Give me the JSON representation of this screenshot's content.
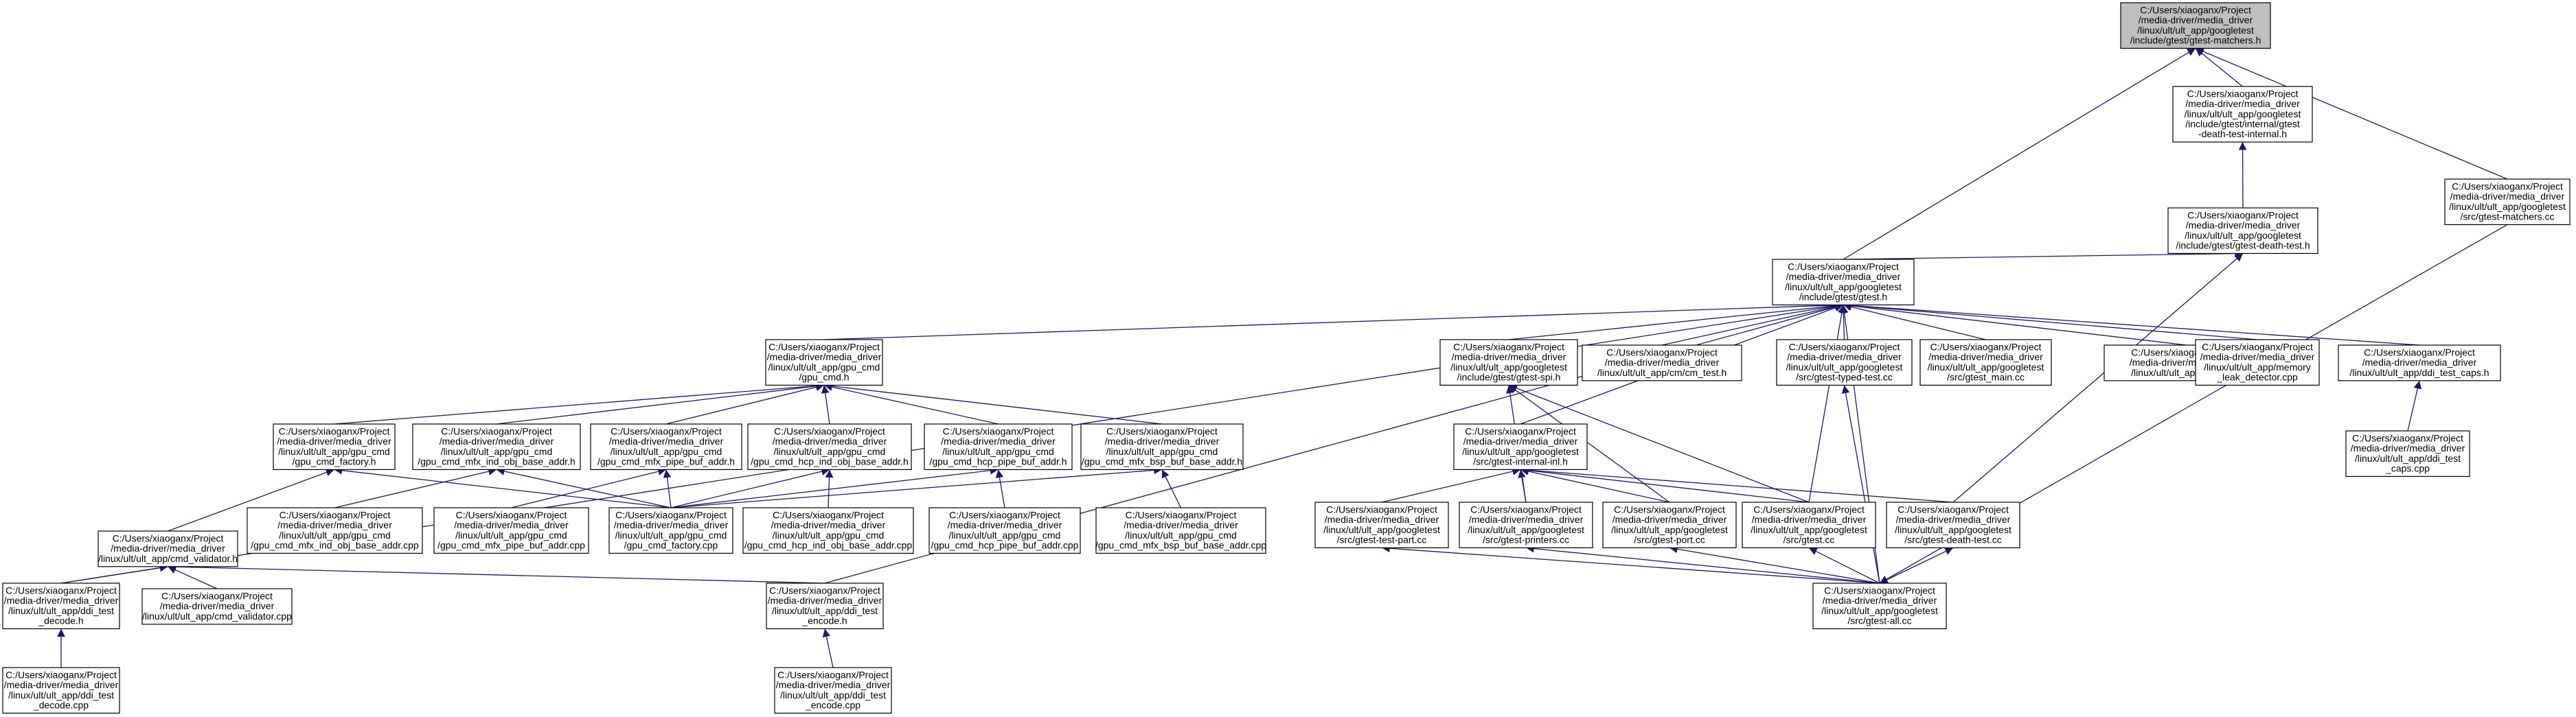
{
  "colors": {
    "edge": "#191970",
    "node_border": "#000000",
    "node_fill": "#ffffff",
    "root_fill": "#bfbfbf"
  },
  "nodes": [
    {
      "id": "root",
      "root": true,
      "lines": [
        "C:/Users/xiaoganx/Project",
        "/media-driver/media_driver",
        "/linux/ult/ult_app/googletest",
        "/include/gtest/gtest-matchers.h"
      ]
    },
    {
      "id": "internal",
      "lines": [
        "C:/Users/xiaoganx/Project",
        "/media-driver/media_driver",
        "/linux/ult/ult_app/googletest",
        "/include/gtest/internal/gtest",
        "-death-test-internal.h"
      ]
    },
    {
      "id": "matcherscc",
      "lines": [
        "C:/Users/xiaoganx/Project",
        "/media-driver/media_driver",
        "/linux/ult/ult_app/googletest",
        "/src/gtest-matchers.cc"
      ]
    },
    {
      "id": "deathtest_h",
      "lines": [
        "C:/Users/xiaoganx/Project",
        "/media-driver/media_driver",
        "/linux/ult/ult_app/googletest",
        "/include/gtest/gtest-death-test.h"
      ]
    },
    {
      "id": "gtest_h",
      "lines": [
        "C:/Users/xiaoganx/Project",
        "/media-driver/media_driver",
        "/linux/ult/ult_app/googletest",
        "/include/gtest/gtest.h"
      ]
    },
    {
      "id": "gpu_cmd_h",
      "lines": [
        "C:/Users/xiaoganx/Project",
        "/media-driver/media_driver",
        "/linux/ult/ult_app/gpu_cmd",
        "/gpu_cmd.h"
      ]
    },
    {
      "id": "spi",
      "lines": [
        "C:/Users/xiaoganx/Project",
        "/media-driver/media_driver",
        "/linux/ult/ult_app/googletest",
        "/include/gtest/gtest-spi.h"
      ]
    },
    {
      "id": "cm_test",
      "lines": [
        "C:/Users/xiaoganx/Project",
        "/media-driver/media_driver",
        "/linux/ult/ult_app/cm/cm_test.h"
      ]
    },
    {
      "id": "typed",
      "lines": [
        "C:/Users/xiaoganx/Project",
        "/media-driver/media_driver",
        "/linux/ult/ult_app/googletest",
        "/src/gtest-typed-test.cc"
      ]
    },
    {
      "id": "gtest_main",
      "lines": [
        "C:/Users/xiaoganx/Project",
        "/media-driver/media_driver",
        "/linux/ult/ult_app/googletest",
        "/src/gtest_main.cc"
      ]
    },
    {
      "id": "main_cpp",
      "lines": [
        "C:/Users/xiaoganx/Project",
        "/media-driver/media_driver",
        "/linux/ult/ult_app/main.cpp"
      ]
    },
    {
      "id": "memleak",
      "lines": [
        "C:/Users/xiaoganx/Project",
        "/media-driver/media_driver",
        "/linux/ult/ult_app/memory",
        "_leak_detector.cpp"
      ]
    },
    {
      "id": "caps_h",
      "lines": [
        "C:/Users/xiaoganx/Project",
        "/media-driver/media_driver",
        "/linux/ult/ult_app/ddi_test_caps.h"
      ]
    },
    {
      "id": "caps_cpp",
      "lines": [
        "C:/Users/xiaoganx/Project",
        "/media-driver/media_driver",
        "/linux/ult/ult_app/ddi_test",
        "_caps.cpp"
      ]
    },
    {
      "id": "factory_h",
      "lines": [
        "C:/Users/xiaoganx/Project",
        "/media-driver/media_driver",
        "/linux/ult/ult_app/gpu_cmd",
        "/gpu_cmd_factory.h"
      ]
    },
    {
      "id": "mfx_ind_h",
      "lines": [
        "C:/Users/xiaoganx/Project",
        "/media-driver/media_driver",
        "/linux/ult/ult_app/gpu_cmd",
        "/gpu_cmd_mfx_ind_obj_base_addr.h"
      ]
    },
    {
      "id": "mfx_pipe_h",
      "lines": [
        "C:/Users/xiaoganx/Project",
        "/media-driver/media_driver",
        "/linux/ult/ult_app/gpu_cmd",
        "/gpu_cmd_mfx_pipe_buf_addr.h"
      ]
    },
    {
      "id": "hcp_ind_h",
      "lines": [
        "C:/Users/xiaoganx/Project",
        "/media-driver/media_driver",
        "/linux/ult/ult_app/gpu_cmd",
        "/gpu_cmd_hcp_ind_obj_base_addr.h"
      ]
    },
    {
      "id": "hcp_pipe_h",
      "lines": [
        "C:/Users/xiaoganx/Project",
        "/media-driver/media_driver",
        "/linux/ult/ult_app/gpu_cmd",
        "/gpu_cmd_hcp_pipe_buf_addr.h"
      ]
    },
    {
      "id": "bsp_h",
      "lines": [
        "C:/Users/xiaoganx/Project",
        "/media-driver/media_driver",
        "/linux/ult/ult_app/gpu_cmd",
        "/gpu_cmd_mfx_bsp_buf_base_addr.h"
      ]
    },
    {
      "id": "internal_inl",
      "lines": [
        "C:/Users/xiaoganx/Project",
        "/media-driver/media_driver",
        "/linux/ult/ult_app/googletest",
        "/src/gtest-internal-inl.h"
      ]
    },
    {
      "id": "validator_h",
      "lines": [
        "C:/Users/xiaoganx/Project",
        "/media-driver/media_driver",
        "/linux/ult/ult_app/cmd_validator.h"
      ]
    },
    {
      "id": "mfx_ind_cpp",
      "lines": [
        "C:/Users/xiaoganx/Project",
        "/media-driver/media_driver",
        "/linux/ult/ult_app/gpu_cmd",
        "/gpu_cmd_mfx_ind_obj_base_addr.cpp"
      ]
    },
    {
      "id": "mfx_pipe_cpp",
      "lines": [
        "C:/Users/xiaoganx/Project",
        "/media-driver/media_driver",
        "/linux/ult/ult_app/gpu_cmd",
        "/gpu_cmd_mfx_pipe_buf_addr.cpp"
      ]
    },
    {
      "id": "factory_cpp",
      "lines": [
        "C:/Users/xiaoganx/Project",
        "/media-driver/media_driver",
        "/linux/ult/ult_app/gpu_cmd",
        "/gpu_cmd_factory.cpp"
      ]
    },
    {
      "id": "hcp_ind_cpp",
      "lines": [
        "C:/Users/xiaoganx/Project",
        "/media-driver/media_driver",
        "/linux/ult/ult_app/gpu_cmd",
        "/gpu_cmd_hcp_ind_obj_base_addr.cpp"
      ]
    },
    {
      "id": "hcp_pipe_cpp",
      "lines": [
        "C:/Users/xiaoganx/Project",
        "/media-driver/media_driver",
        "/linux/ult/ult_app/gpu_cmd",
        "/gpu_cmd_hcp_pipe_buf_addr.cpp"
      ]
    },
    {
      "id": "bsp_cpp",
      "lines": [
        "C:/Users/xiaoganx/Project",
        "/media-driver/media_driver",
        "/linux/ult/ult_app/gpu_cmd",
        "/gpu_cmd_mfx_bsp_buf_base_addr.cpp"
      ]
    },
    {
      "id": "test_part",
      "lines": [
        "C:/Users/xiaoganx/Project",
        "/media-driver/media_driver",
        "/linux/ult/ult_app/googletest",
        "/src/gtest-test-part.cc"
      ]
    },
    {
      "id": "printers",
      "lines": [
        "C:/Users/xiaoganx/Project",
        "/media-driver/media_driver",
        "/linux/ult/ult_app/googletest",
        "/src/gtest-printers.cc"
      ]
    },
    {
      "id": "port",
      "lines": [
        "C:/Users/xiaoganx/Project",
        "/media-driver/media_driver",
        "/linux/ult/ult_app/googletest",
        "/src/gtest-port.cc"
      ]
    },
    {
      "id": "gtest_cc",
      "lines": [
        "C:/Users/xiaoganx/Project",
        "/media-driver/media_driver",
        "/linux/ult/ult_app/googletest",
        "/src/gtest.cc"
      ]
    },
    {
      "id": "deathtest_cc",
      "lines": [
        "C:/Users/xiaoganx/Project",
        "/media-driver/media_driver",
        "/linux/ult/ult_app/googletest",
        "/src/gtest-death-test.cc"
      ]
    },
    {
      "id": "decode_h",
      "lines": [
        "C:/Users/xiaoganx/Project",
        "/media-driver/media_driver",
        "/linux/ult/ult_app/ddi_test",
        "_decode.h"
      ]
    },
    {
      "id": "validator_cpp",
      "lines": [
        "C:/Users/xiaoganx/Project",
        "/media-driver/media_driver",
        "/linux/ult/ult_app/cmd_validator.cpp"
      ]
    },
    {
      "id": "encode_h",
      "lines": [
        "C:/Users/xiaoganx/Project",
        "/media-driver/media_driver",
        "/linux/ult/ult_app/ddi_test",
        "_encode.h"
      ]
    },
    {
      "id": "all_cc",
      "lines": [
        "C:/Users/xiaoganx/Project",
        "/media-driver/media_driver",
        "/linux/ult/ult_app/googletest",
        "/src/gtest-all.cc"
      ]
    },
    {
      "id": "decode_cpp",
      "lines": [
        "C:/Users/xiaoganx/Project",
        "/media-driver/media_driver",
        "/linux/ult/ult_app/ddi_test",
        "_decode.cpp"
      ]
    },
    {
      "id": "encode_cpp",
      "lines": [
        "C:/Users/xiaoganx/Project",
        "/media-driver/media_driver",
        "/linux/ult/ult_app/ddi_test",
        "_encode.cpp"
      ]
    }
  ],
  "edges": [
    [
      "internal",
      "root"
    ],
    [
      "matcherscc",
      "root"
    ],
    [
      "gtest_h",
      "root"
    ],
    [
      "deathtest_h",
      "internal"
    ],
    [
      "matcherscc",
      "all_cc"
    ],
    [
      "gtest_h",
      "deathtest_h"
    ],
    [
      "deathtest_cc",
      "deathtest_h"
    ],
    [
      "gpu_cmd_h",
      "gtest_h"
    ],
    [
      "spi",
      "gtest_h"
    ],
    [
      "cm_test",
      "gtest_h"
    ],
    [
      "typed",
      "gtest_h"
    ],
    [
      "gtest_main",
      "gtest_h"
    ],
    [
      "main_cpp",
      "gtest_h"
    ],
    [
      "memleak",
      "gtest_h"
    ],
    [
      "caps_h",
      "gtest_h"
    ],
    [
      "decode_h",
      "gtest_h"
    ],
    [
      "encode_h",
      "gtest_h"
    ],
    [
      "internal_inl",
      "gtest_h"
    ],
    [
      "gtest_cc",
      "gtest_h"
    ],
    [
      "all_cc",
      "gtest_h"
    ],
    [
      "caps_cpp",
      "caps_h"
    ],
    [
      "factory_h",
      "gpu_cmd_h"
    ],
    [
      "mfx_ind_h",
      "gpu_cmd_h"
    ],
    [
      "mfx_pipe_h",
      "gpu_cmd_h"
    ],
    [
      "hcp_ind_h",
      "gpu_cmd_h"
    ],
    [
      "hcp_pipe_h",
      "gpu_cmd_h"
    ],
    [
      "bsp_h",
      "gpu_cmd_h"
    ],
    [
      "validator_h",
      "factory_h"
    ],
    [
      "factory_cpp",
      "factory_h"
    ],
    [
      "mfx_ind_cpp",
      "mfx_ind_h"
    ],
    [
      "factory_cpp",
      "mfx_ind_h"
    ],
    [
      "mfx_pipe_cpp",
      "mfx_pipe_h"
    ],
    [
      "factory_cpp",
      "mfx_pipe_h"
    ],
    [
      "hcp_ind_cpp",
      "hcp_ind_h"
    ],
    [
      "factory_cpp",
      "hcp_ind_h"
    ],
    [
      "hcp_pipe_cpp",
      "hcp_pipe_h"
    ],
    [
      "factory_cpp",
      "hcp_pipe_h"
    ],
    [
      "bsp_cpp",
      "bsp_h"
    ],
    [
      "factory_cpp",
      "bsp_h"
    ],
    [
      "decode_h",
      "validator_h"
    ],
    [
      "validator_cpp",
      "validator_h"
    ],
    [
      "encode_h",
      "validator_h"
    ],
    [
      "decode_cpp",
      "decode_h"
    ],
    [
      "encode_cpp",
      "encode_h"
    ],
    [
      "printers",
      "spi"
    ],
    [
      "port",
      "spi"
    ],
    [
      "gtest_cc",
      "spi"
    ],
    [
      "test_part",
      "internal_inl"
    ],
    [
      "printers",
      "internal_inl"
    ],
    [
      "port",
      "internal_inl"
    ],
    [
      "gtest_cc",
      "internal_inl"
    ],
    [
      "deathtest_cc",
      "internal_inl"
    ],
    [
      "all_cc",
      "typed"
    ],
    [
      "all_cc",
      "test_part"
    ],
    [
      "all_cc",
      "printers"
    ],
    [
      "all_cc",
      "port"
    ],
    [
      "all_cc",
      "gtest_cc"
    ],
    [
      "all_cc",
      "deathtest_cc"
    ]
  ]
}
